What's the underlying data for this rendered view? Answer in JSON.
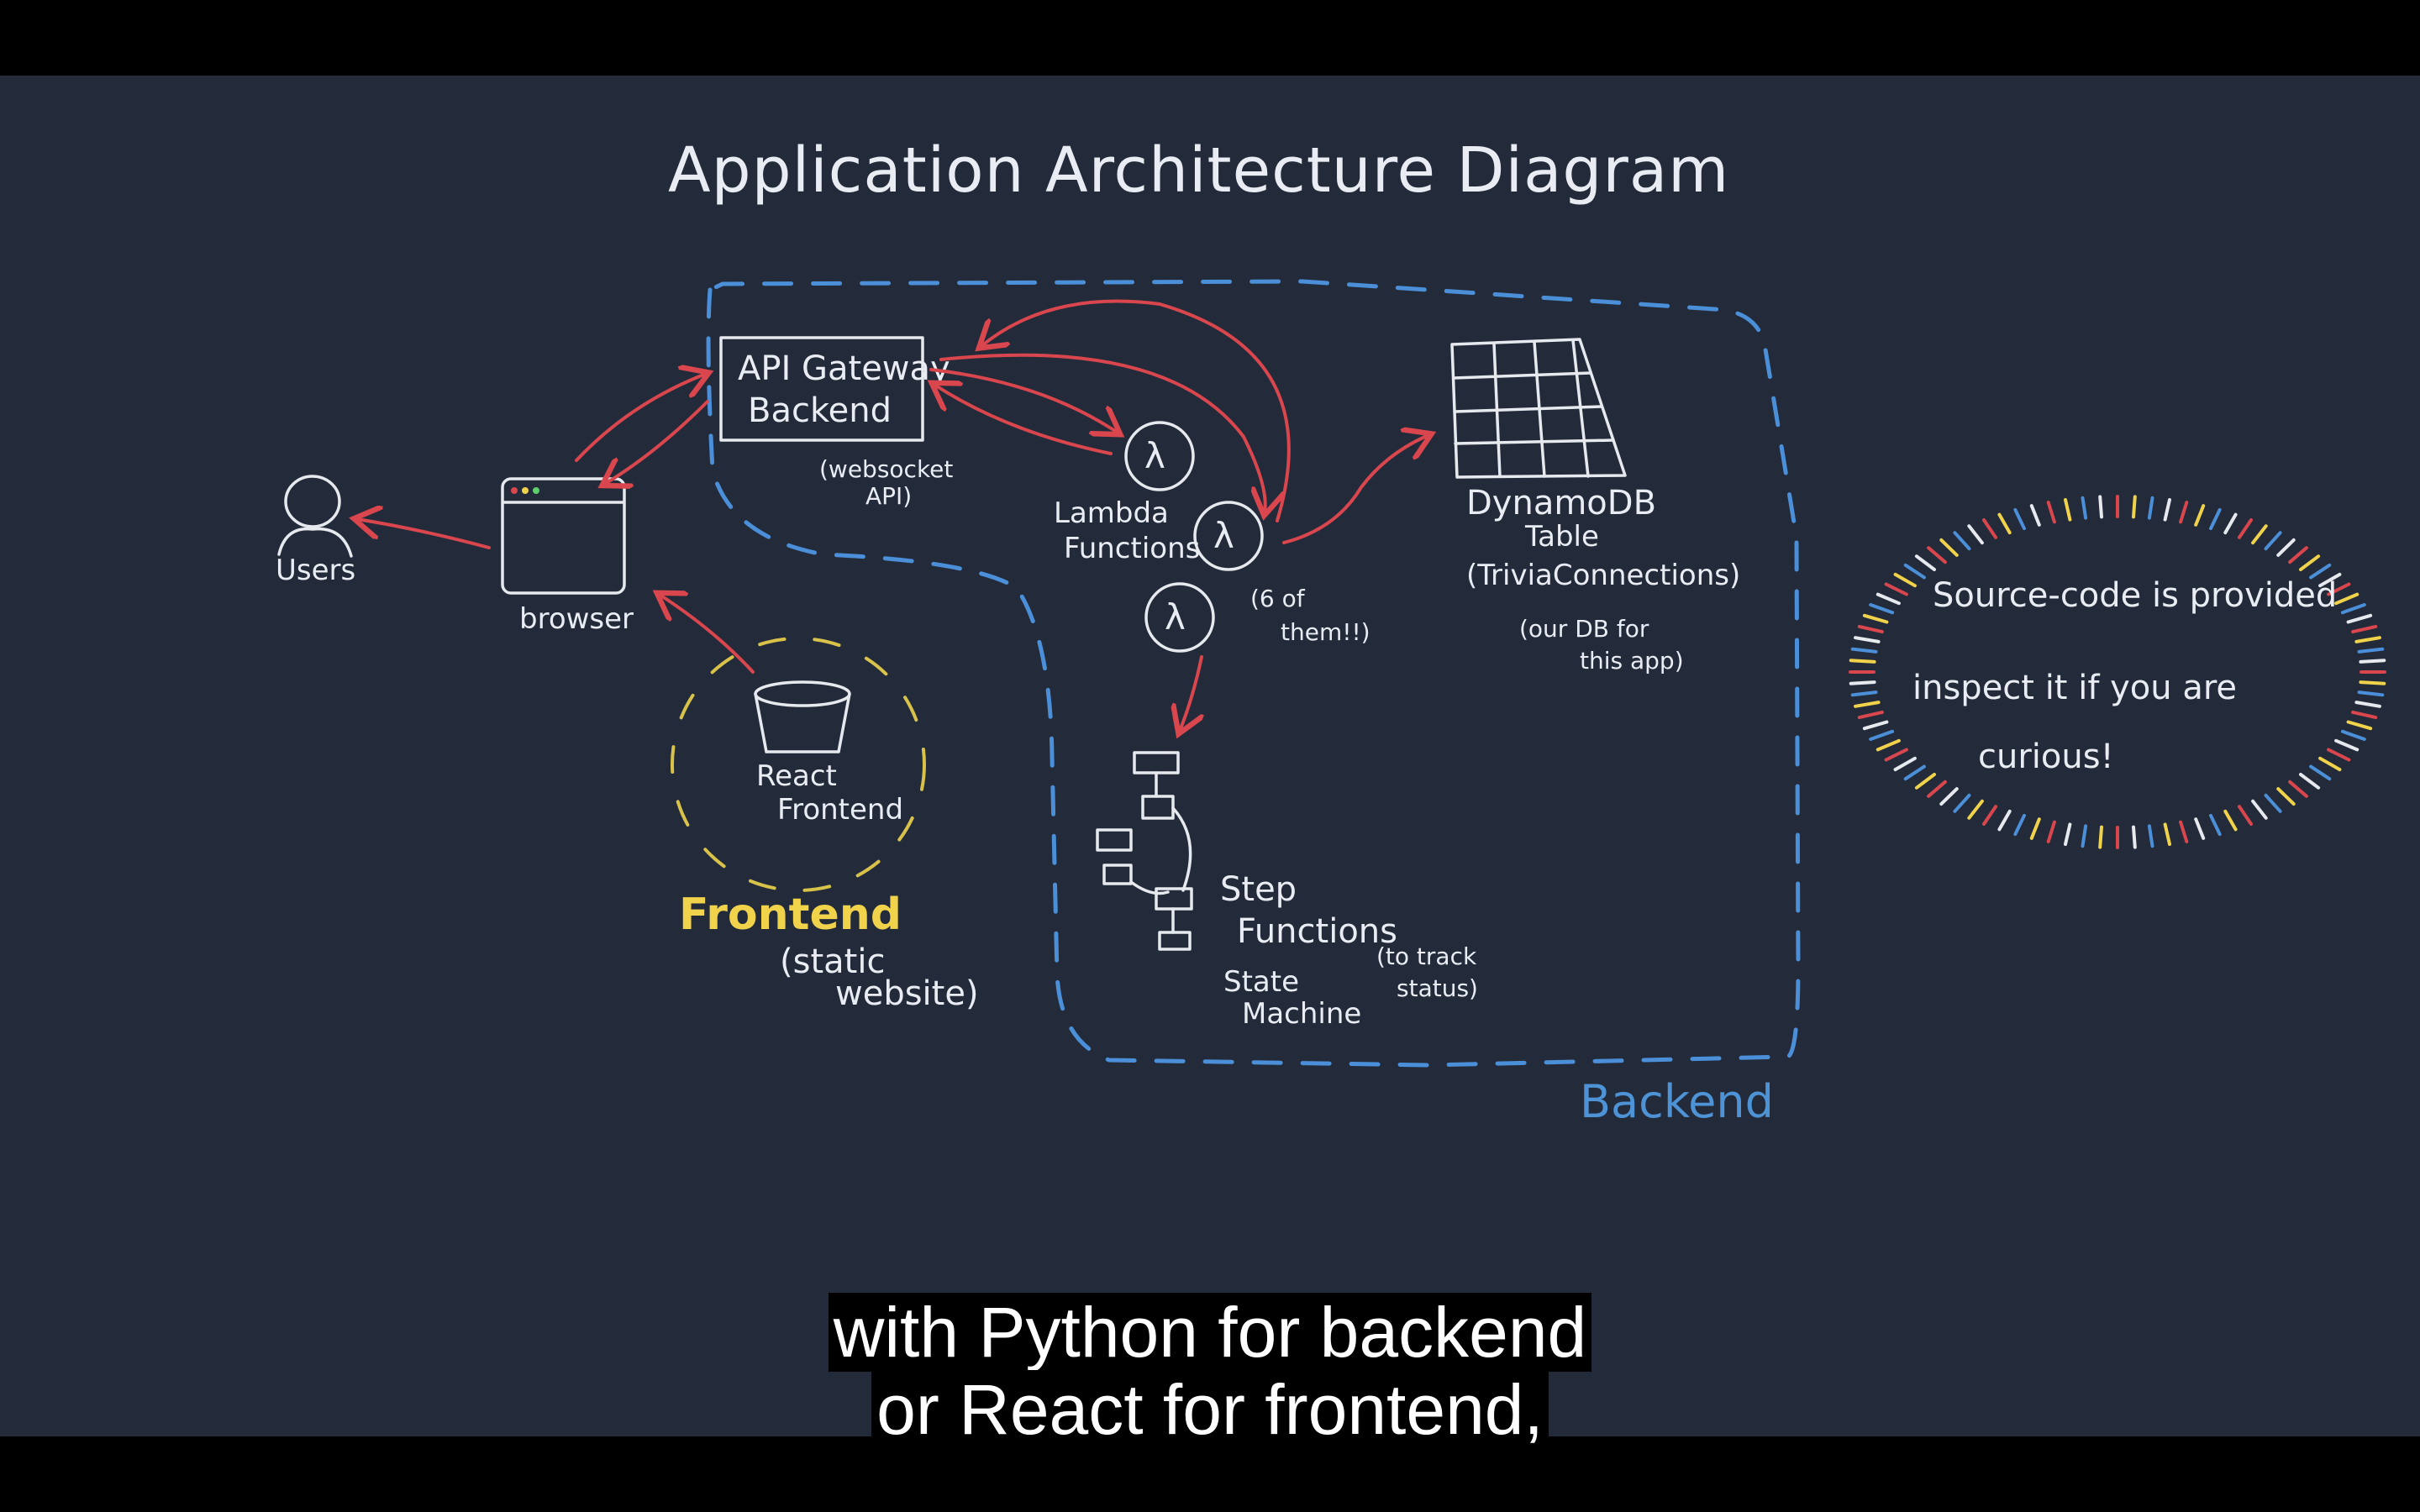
{
  "diagram": {
    "title": "Application Architecture Diagram",
    "users_label": "Users",
    "browser_label": "browser",
    "api_gateway": {
      "line1": "API Gateway",
      "line2": "Backend",
      "note1": "(websocket",
      "note2": "API)"
    },
    "lambda": {
      "line1": "Lambda",
      "line2": "Functions",
      "note1": "(6 of",
      "note2": "them!!)"
    },
    "dynamodb": {
      "line1": "DynamoDB",
      "line2": "Table",
      "line3": "(TriviaConnections)",
      "note1": "(our DB for",
      "note2": "this app)"
    },
    "react": {
      "line1": "React",
      "line2": "Frontend"
    },
    "frontend": {
      "label": "Frontend",
      "note1": "(static",
      "note2": "website)"
    },
    "step_functions": {
      "line1": "Step",
      "line2": "Functions",
      "line3": "State",
      "line4": "Machine",
      "note1": "(to track",
      "note2": "status)"
    },
    "backend_label": "Backend",
    "source_note": {
      "line1": "Source-code is provided",
      "line2": "inspect it if you are",
      "line3": "curious!"
    },
    "colors": {
      "background": "#232b3a",
      "arrow": "#d9464d",
      "backend_boundary": "#4b8fd8",
      "frontend_boundary": "#d9c24a"
    }
  },
  "captions": {
    "line1": "with Python for backend",
    "line2": "or React for frontend,"
  }
}
